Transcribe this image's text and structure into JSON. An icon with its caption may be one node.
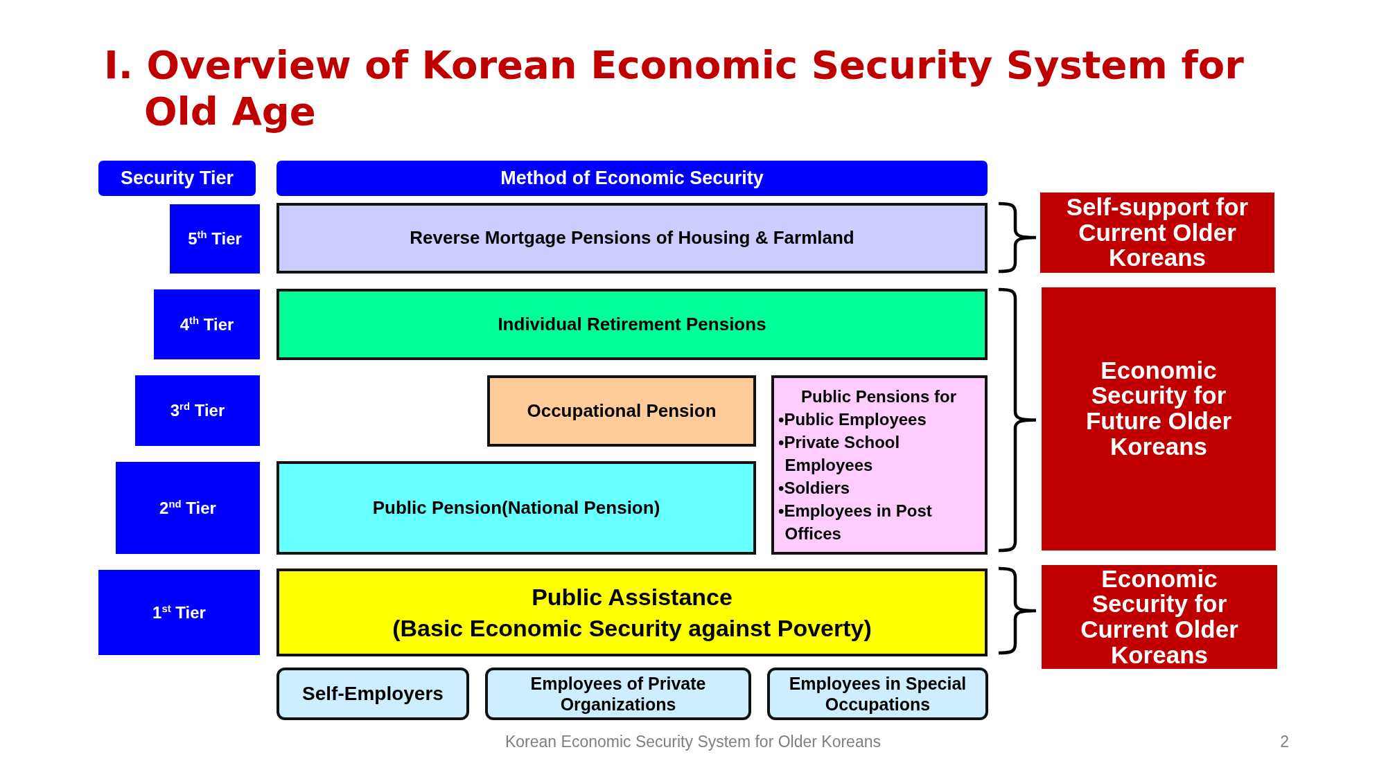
{
  "diagram": {
    "title": "I. Overview of Korean Economic Security System for Old Age",
    "nodes": [
      {
        "text": [
          "Security Tier"
        ]
      },
      {
        "text": [
          "Method of Economic Security"
        ]
      },
      {
        "text": [
          "5$^{th}$ Tier"
        ]
      },
      {
        "text": [
          "Reverse Mortgage Pensions of Housing & Farmland"
        ]
      },
      {
        "text": [
          "Self-support for Current Older Koreans"
        ]
      },
      {
        "text": [
          "4$^{th}$ Tier"
        ]
      },
      {
        "text": [
          "Individual Retirement Pensions"
        ]
      },
      {
        "text": [
          "Economic Security for Future Older Koreans"
        ]
      },
      {
        "text": [
          "3$^{rd}$ Tier"
        ]
      },
      {
        "text": [
          "Occupational Pension"
        ]
      },
      {
        "text": [
          "Public Pensions for",
          "•Public Employees",
          "•Private School Employees",
          "•Soldiers",
          "•Employees in Post Offices"
        ]
      },
      {
        "text": [
          "2$^{nd}$ Tier"
        ]
      },
      {
        "text": [
          "Public Pension(National Pension)"
        ]
      },
      {
        "text": [
          "1$^{st}$ Tier"
        ]
      },
      {
        "text": [
          "Public Assistance",
          "(Basic Economic Security against Poverty)"
        ]
      },
      {
        "text": [
          "Economic Security for Current Older Koreans"
        ]
      },
      {
        "text": [
          "Self-Employers"
        ]
      },
      {
        "text": [
          "Employees of Private Organizations"
        ]
      },
      {
        "text": [
          "Employees in Special Occupations"
        ]
      }
    ],
    "labels": [
      "Korean Economic Security System for Older Koreans",
      "2"
    ]
  }
}
